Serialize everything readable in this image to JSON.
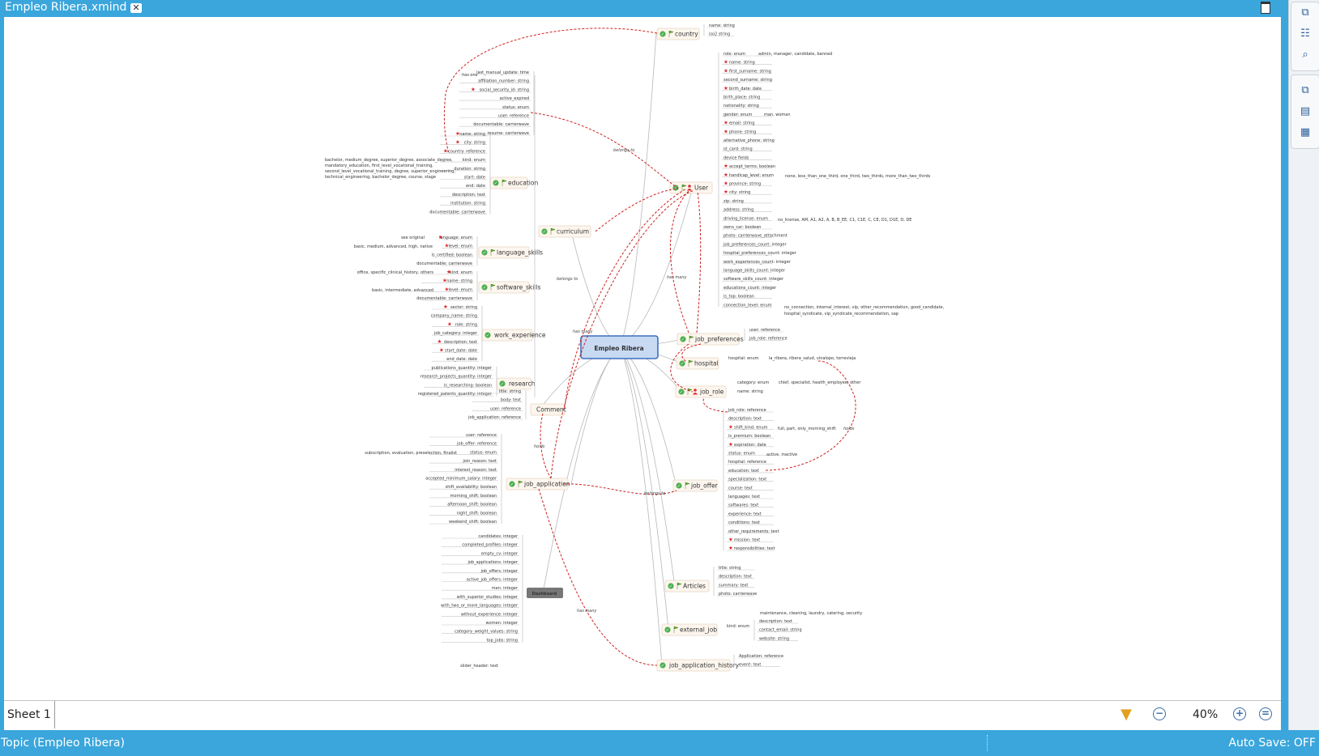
{
  "window": {
    "tab_title": "Empleo Ribera.xmind"
  },
  "footer": {
    "sheet_tab": "Sheet 1",
    "zoom_level": "40%"
  },
  "status": {
    "left": "Topic (Empleo Ribera)",
    "right": "Auto Save: OFF"
  },
  "map": {
    "central": "Empleo Ribera",
    "main_topics": {
      "country": "country",
      "user": "User",
      "curriculum": "curriculum",
      "job_preferences": "job_preferences",
      "hospital": "hospital",
      "job_role": "job_role",
      "comment": "Comment",
      "job_application": "job_application",
      "job_offer": "job_offer",
      "dashboard": "Dashboard",
      "articles": "Articles",
      "external_job": "external_job",
      "job_application_history": "job_application_history",
      "education": "education",
      "language_skills": "language_skills",
      "software_skills": "software_skills",
      "work_experience": "work_experience",
      "research": "research"
    },
    "relationship_labels": [
      "has one",
      "belongs to",
      "belongs to",
      "has many",
      "has many",
      "holds",
      "belongs to",
      "has many",
      "holds"
    ],
    "country_fields": [
      "name: string",
      "iso2 string"
    ],
    "user_fields": [
      "role: enum",
      "name: string",
      "first_surname: string",
      "second_surname: string",
      "birth_date: date",
      "birth_place: string",
      "nationality: string",
      "gender: enum",
      "email: string",
      "phone: string",
      "alternative_phone: string",
      "id_card: string",
      "device fields",
      "accept_terms: boolean",
      "handicap_level: enum",
      "province: string",
      "city: string",
      "zip: string",
      "address: string",
      "driving_license: enum",
      "owns_car: boolean",
      "photo: carrierwave_attachment",
      "job_preferences_count: integer",
      "hospital_preferences_count: integer",
      "work_experiences_count: integer",
      "language_skills_count: integer",
      "software_skills_count: integer",
      "educations_count: integer",
      "is_top: boolean",
      "connection_level: enum"
    ],
    "user_enums": {
      "role": "admin, manager, candidate, banned",
      "gender": "man, woman",
      "handicap": "none, less_than_one_third, one_third, two_thirds, more_than_two_thirds",
      "driving": "no_license, AM, A1, A2, A, B, B_EE, C1, C1E, C, CE, D1, D1E, D, DE",
      "connection_1": "no_connection, internal_interest, vip, other_recommendation, good_candidate,",
      "connection_2": "hospital_syndicate, vip_syndicate_recommendation, sap"
    },
    "curriculum_fields": [
      "last_manual_update: time",
      "affiliation_number: string",
      "social_security_id: string",
      "active_expired",
      "status: enum",
      "user: reference",
      "documentable: carrierwave",
      "resume: carrierwave"
    ],
    "education_fields": [
      "name: string",
      "city: string",
      "country: reference",
      "kind: enum",
      "duration: string",
      "start: date",
      "end: date",
      "description: text",
      "institution: string",
      "documentable: carrierwave"
    ],
    "education_kind_values": [
      "bachelor, medium_degree, superior_degree, associate_degree,",
      "mandatory_education, first_level_vocational_training,",
      "second_level_vocational_training, degree, superior_engineering,",
      "technical_engineering, bachelor_degree, course, stage"
    ],
    "language_fields": [
      "language: enum",
      "level: enum",
      "is_certified: boolean",
      "documentable: carrierwave"
    ],
    "language_values": [
      "see original",
      "basic, medium, advanced, high, native"
    ],
    "software_fields": [
      "kind: enum",
      "name: string",
      "level: enum",
      "documentable: carrierwave"
    ],
    "software_values": [
      "office, specific_clinical_history, others",
      "basic, intermediate, advanced"
    ],
    "work_fields": [
      "sector: string",
      "company_name: string",
      "role: string",
      "job_category: integer",
      "description: text",
      "start_date: date",
      "end_date: date"
    ],
    "research_fields": [
      "publications_quantity: integer",
      "research_projects_quantity: integer",
      "is_researching: boolean",
      "registered_patents_quantity: integer"
    ],
    "comment_fields": [
      "title: string",
      "body: text",
      "user: reference",
      "job_application: reference"
    ],
    "job_application_fields": [
      "user: reference",
      "job_offer: reference",
      "status: enum",
      "join_reason: text",
      "interest_reason: text",
      "accepted_minimum_salary: integer",
      "shift_availability: boolean",
      "morning_shift: boolean",
      "afternoon_shift: boolean",
      "night_shift: boolean",
      "weekend_shift: boolean"
    ],
    "job_application_status_values": "subscription, evaluation, preselection, finalist",
    "dashboard_fields": [
      "candidates: integer",
      "completed_profiles: integer",
      "empty_cv: integer",
      "job_applications: integer",
      "job_offers: integer",
      "active_job_offers: integer",
      "men: integer",
      "with_superior_studies: integer",
      "with_two_or_more_languages: integer",
      "without_experience: integer",
      "women: integer",
      "category_weight_values: string",
      "top_jobs: string"
    ],
    "extra_field": "slider_header: text",
    "job_preferences_fields": [
      "user: reference",
      "job_role: reference"
    ],
    "hospital_fields": [
      "hospital: enum",
      "la_ribera, ribera_salud, vinalopo, torrevieja"
    ],
    "job_role_fields": [
      "category: enum",
      "chief, specialist, health_employee, other",
      "name: string"
    ],
    "job_offer_fields": [
      "job_role: reference",
      "description: text",
      "shift_kind: enum",
      "full, part, only_morning_shift",
      "is_premium: boolean",
      "expiration: date",
      "status: enum",
      "active, inactive",
      "hospital: reference",
      "education: text",
      "specialization: text",
      "course: text",
      "languages: text",
      "softwares: text",
      "experience: text",
      "conditions: text",
      "other_requirements: text",
      "mission: text",
      "responsibilities: text"
    ],
    "articles_fields": [
      "title: string",
      "description: text",
      "summary: text",
      "photo: carrierwave"
    ],
    "external_job_fields": [
      "kind: enum",
      "maintenance, cleaning, laundry, catering, security",
      "description: text",
      "contact_email: string",
      "website: string"
    ],
    "history_fields": [
      "Application: reference",
      "event: text"
    ]
  },
  "colors": {
    "accent": "#3aa6dc",
    "relationship": "#cc2222",
    "central_fill": "#c8d9f2",
    "central_border": "#3f6fbf",
    "topic_fill": "#fdf6ee"
  }
}
